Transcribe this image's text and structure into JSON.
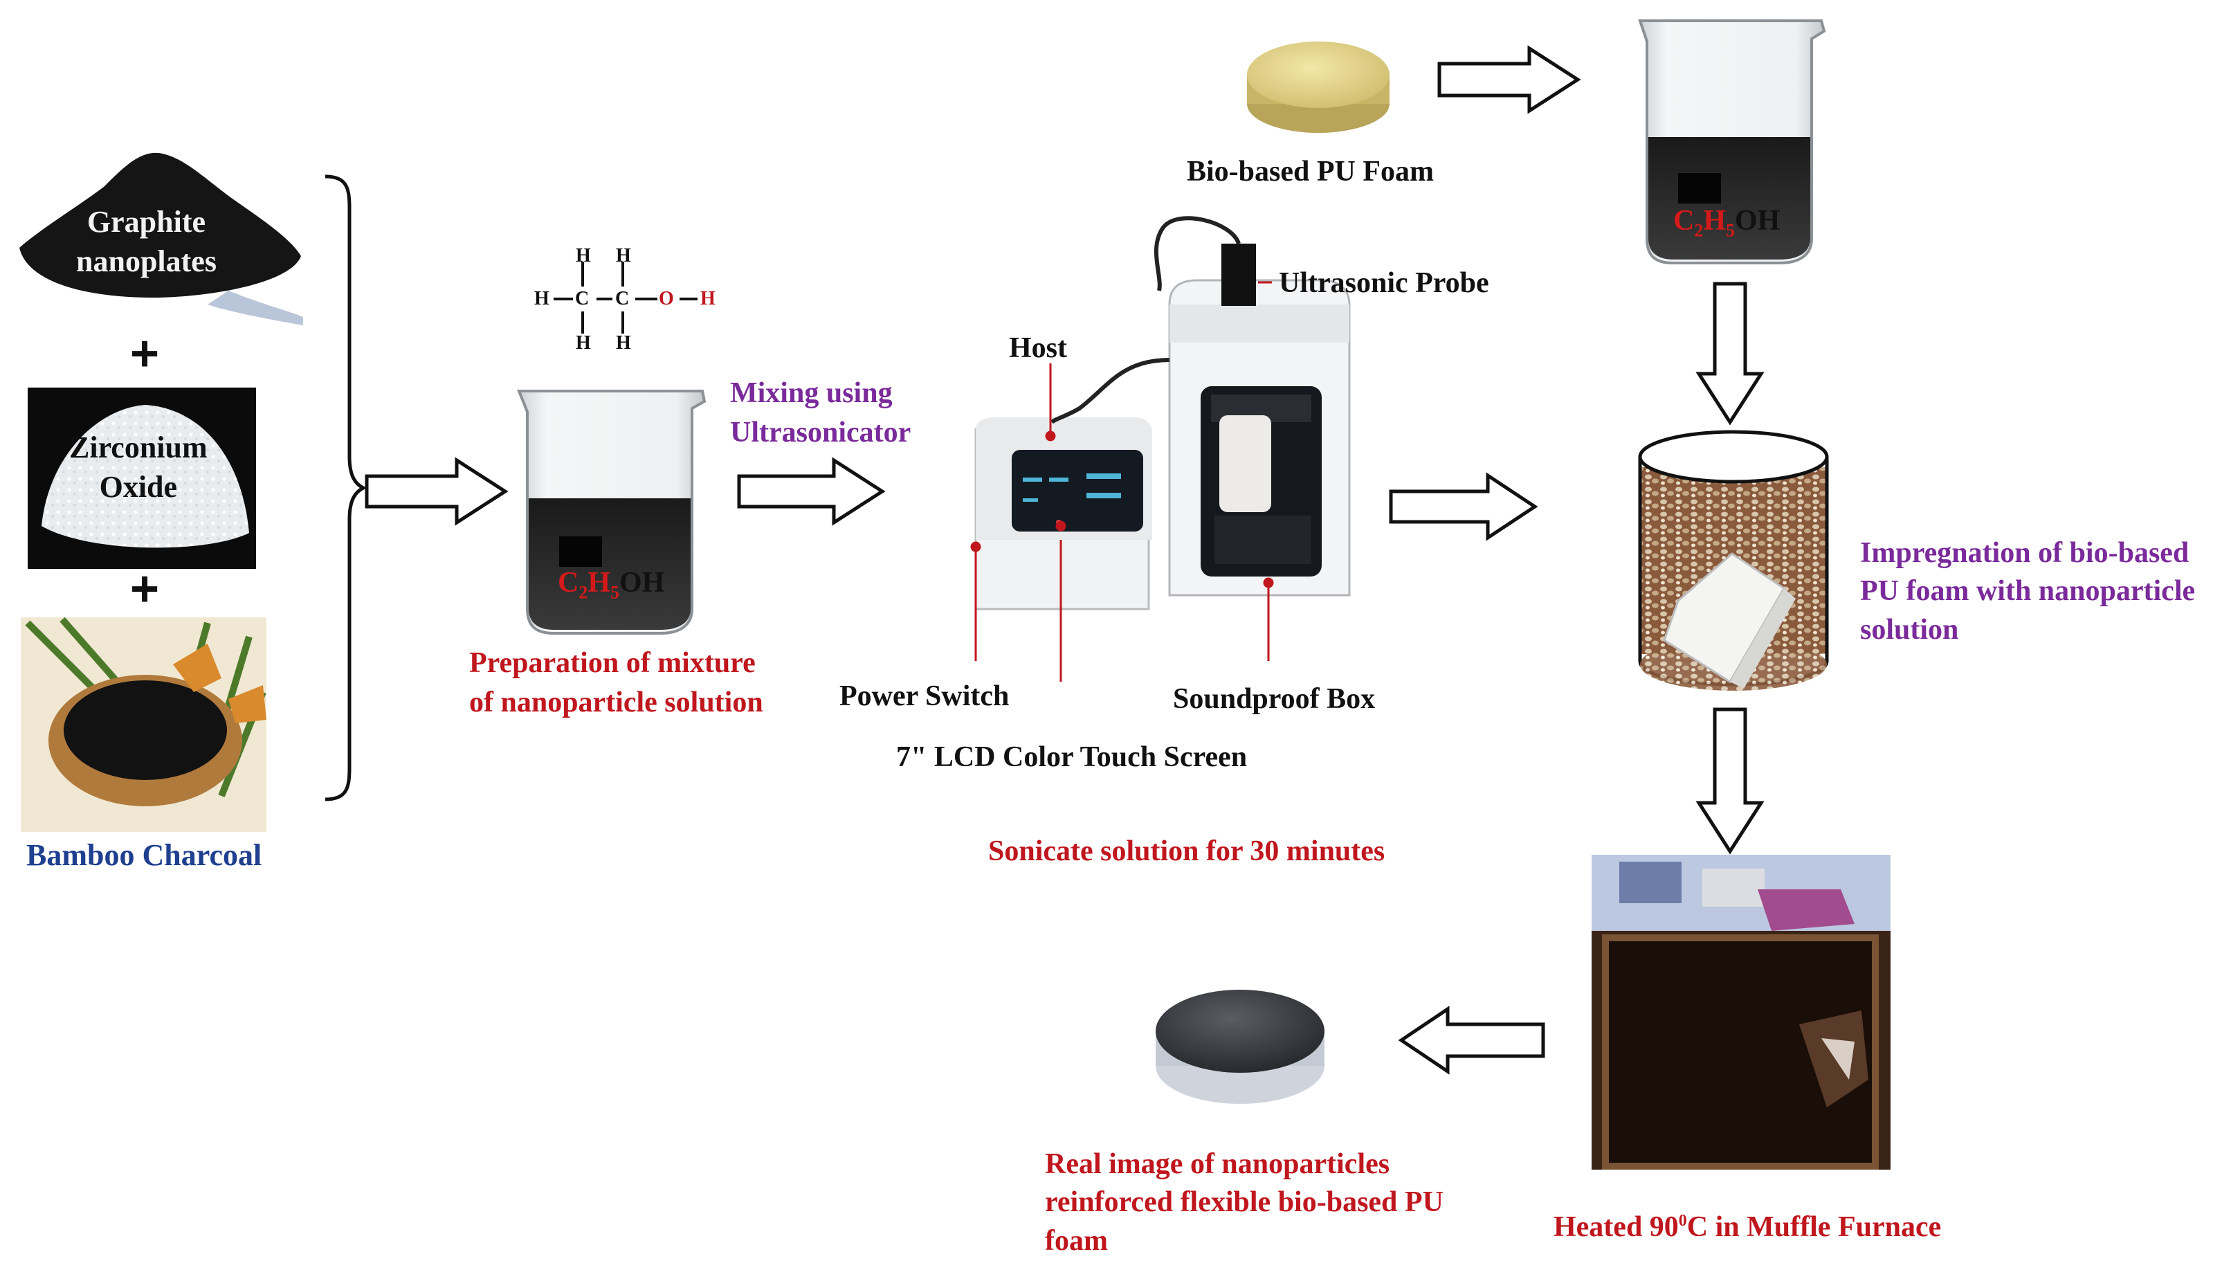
{
  "materials": {
    "graphite": "Graphite\nnanoplates",
    "zirconium": "Zirconium\nOxide",
    "bamboo": "Bamboo Charcoal",
    "plus": "+"
  },
  "formula": {
    "carbon": "C",
    "c_sub": "2",
    "hydrogen": "H",
    "h_sub": "5",
    "oh": "OH"
  },
  "structure_atoms": {
    "h": "H",
    "c": "C",
    "o": "O"
  },
  "steps": {
    "preparation": "Preparation of mixture\nof nanoparticle solution",
    "mixing": "Mixing using\nUltrasonicator",
    "sonicate": "Sonicate solution for 30 minutes",
    "foam": "Bio-based PU Foam",
    "impregnation": "Impregnation of bio-based\nPU foam with nanoparticle\nsolution",
    "heated_prefix": "Heated 90",
    "heated_degree": "0",
    "heated_suffix": "C in Muffle Furnace",
    "real_image": "Real image of nanoparticles\nreinforced flexible bio-based PU\nfoam"
  },
  "device_labels": {
    "probe": "Ultrasonic Probe",
    "host": "Host",
    "power": "Power Switch",
    "soundproof": "Soundproof Box",
    "lcd": "7\" LCD Color Touch Screen"
  },
  "colors": {
    "label_black": "#111111",
    "label_red": "#c0161d",
    "label_purple": "#7a2a9a",
    "label_blue": "#1f3f8f",
    "formula_carbon": "#d41a1a"
  }
}
